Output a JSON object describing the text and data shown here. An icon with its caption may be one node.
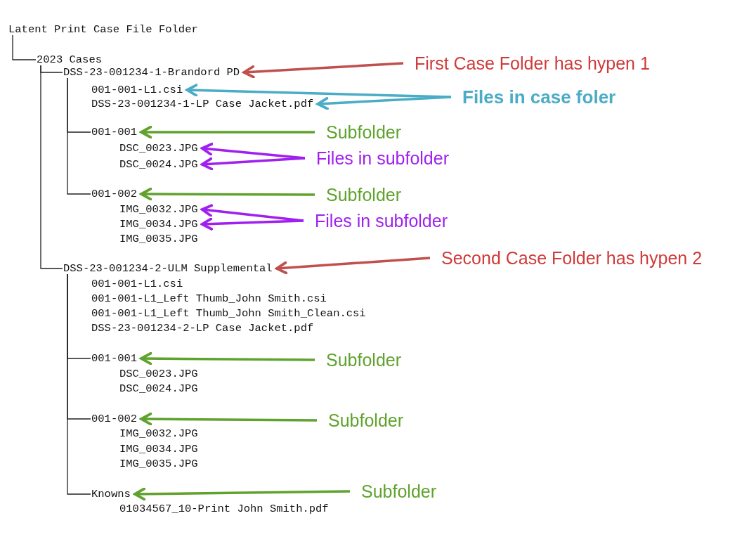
{
  "diagram": {
    "nodes": [
      {
        "text": [
          "Latent Print Case File Folder"
        ]
      },
      {
        "text": [
          "2023 Cases"
        ]
      },
      {
        "text": [
          "DSS-23-001234-1-Brandord PD"
        ]
      },
      {
        "text": [
          "001-001-L1.csi"
        ]
      },
      {
        "text": [
          "DSS-23-001234-1-LP Case Jacket.pdf"
        ]
      },
      {
        "text": [
          "001-001"
        ]
      },
      {
        "text": [
          "DSC_0023.JPG"
        ]
      },
      {
        "text": [
          "DSC_0024.JPG"
        ]
      },
      {
        "text": [
          "001-002"
        ]
      },
      {
        "text": [
          "IMG_0032.JPG"
        ]
      },
      {
        "text": [
          "IMG_0034.JPG"
        ]
      },
      {
        "text": [
          "IMG_0035.JPG"
        ]
      },
      {
        "text": [
          "DSS-23-001234-2-ULM Supplemental"
        ]
      },
      {
        "text": [
          "001-001-L1.csi"
        ]
      },
      {
        "text": [
          "001-001-L1_Left Thumb_John Smith.csi"
        ]
      },
      {
        "text": [
          "001-001-L1_Left Thumb_John Smith_Clean.csi"
        ]
      },
      {
        "text": [
          "DSS-23-001234-2-LP Case Jacket.pdf"
        ]
      },
      {
        "text": [
          "001-001"
        ]
      },
      {
        "text": [
          "DSC_0023.JPG"
        ]
      },
      {
        "text": [
          "DSC_0024.JPG"
        ]
      },
      {
        "text": [
          "001-002"
        ]
      },
      {
        "text": [
          "IMG_0032.JPG"
        ]
      },
      {
        "text": [
          "IMG_0034.JPG"
        ]
      },
      {
        "text": [
          "IMG_0035.JPG"
        ]
      },
      {
        "text": [
          "Knowns"
        ]
      },
      {
        "text": [
          "01034567_10-Print John Smith.pdf"
        ]
      },
      {
        "text": [
          "First Case Folder has hypen 1"
        ]
      },
      {
        "text": [
          "Files in case foler"
        ]
      },
      {
        "text": [
          "Subfolder"
        ]
      },
      {
        "text": [
          "Files in subfolder"
        ]
      },
      {
        "text": [
          "Subfolder"
        ]
      },
      {
        "text": [
          "Files in subfolder"
        ]
      },
      {
        "text": [
          "Second Case Folder has hypen 2"
        ]
      },
      {
        "text": [
          "Subfolder"
        ]
      },
      {
        "text": [
          "Subfolder"
        ]
      },
      {
        "text": [
          "Subfolder"
        ]
      }
    ],
    "edges": [
      {
        "from": 0,
        "to": 1,
        "arrow": "none"
      },
      {
        "from": 1,
        "to": 2,
        "arrow": "none"
      },
      {
        "from": 1,
        "to": 12,
        "arrow": "none"
      },
      {
        "from": 2,
        "to": 5,
        "arrow": "none"
      },
      {
        "from": 2,
        "to": 8,
        "arrow": "none"
      },
      {
        "from": 12,
        "to": 17,
        "arrow": "none"
      },
      {
        "from": 12,
        "to": 20,
        "arrow": "none"
      },
      {
        "from": 12,
        "to": 24,
        "arrow": "none"
      },
      {
        "from": 26,
        "to": 2,
        "arrow": "to",
        "color": "#c0504d"
      },
      {
        "from": 27,
        "to": 3,
        "arrow": "to",
        "color": "#4bacc6"
      },
      {
        "from": 27,
        "to": 4,
        "arrow": "to",
        "color": "#4bacc6"
      },
      {
        "from": 28,
        "to": 5,
        "arrow": "to",
        "color": "#5fa22d"
      },
      {
        "from": 29,
        "to": 6,
        "arrow": "to",
        "color": "#a020f0"
      },
      {
        "from": 29,
        "to": 7,
        "arrow": "to",
        "color": "#a020f0"
      },
      {
        "from": 30,
        "to": 8,
        "arrow": "to",
        "color": "#5fa22d"
      },
      {
        "from": 31,
        "to": 9,
        "arrow": "to",
        "color": "#a020f0"
      },
      {
        "from": 31,
        "to": 10,
        "arrow": "to",
        "color": "#a020f0"
      },
      {
        "from": 32,
        "to": 12,
        "arrow": "to",
        "color": "#c0504d"
      },
      {
        "from": 33,
        "to": 17,
        "arrow": "to",
        "color": "#5fa22d"
      },
      {
        "from": 34,
        "to": 20,
        "arrow": "to",
        "color": "#5fa22d"
      },
      {
        "from": 35,
        "to": 24,
        "arrow": "to",
        "color": "#5fa22d"
      }
    ]
  }
}
